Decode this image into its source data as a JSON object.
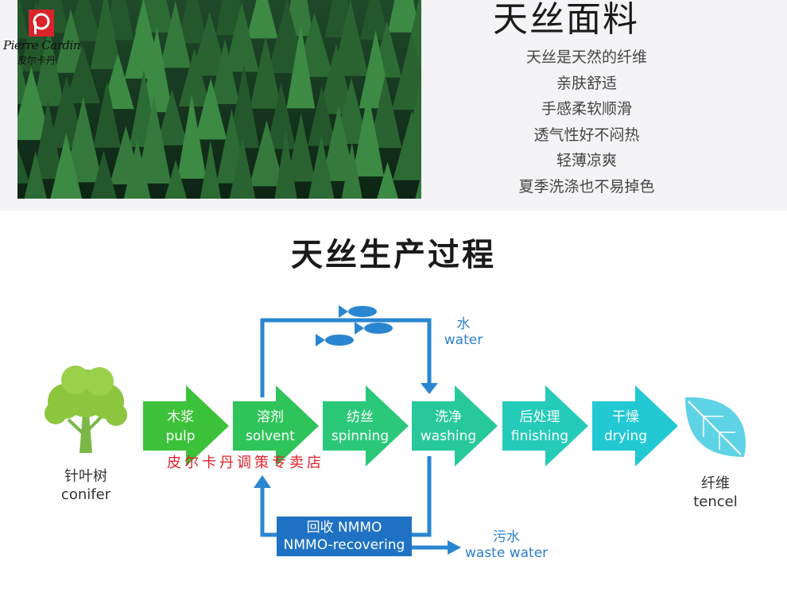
{
  "brand": {
    "script": "Pierre Cardin",
    "cn": "皮尔卡丹",
    "color": "#d9242b"
  },
  "fabric": {
    "title": "天丝面料",
    "features": [
      "天丝是天然的纤维",
      "亲肤舒适",
      "手感柔软顺滑",
      "透气性好不闷热",
      "轻薄凉爽",
      "夏季洗涤也不易掉色"
    ]
  },
  "process": {
    "title": "天丝生产过程",
    "source": {
      "cn": "针叶树",
      "en": "conifer"
    },
    "steps": [
      {
        "cn": "木浆",
        "en": "pulp",
        "color": "#3cc23a"
      },
      {
        "cn": "溶剂",
        "en": "solvent",
        "color": "#2fc45a"
      },
      {
        "cn": "纺丝",
        "en": "spinning",
        "color": "#2bc87a"
      },
      {
        "cn": "洗净",
        "en": "washing",
        "color": "#27c99a"
      },
      {
        "cn": "后处理",
        "en": "finishing",
        "color": "#24cbb8"
      },
      {
        "cn": "干燥",
        "en": "drying",
        "color": "#22c9d3"
      }
    ],
    "product": {
      "cn": "纤维",
      "en": "tencel"
    },
    "water": {
      "cn": "水",
      "en": "water"
    },
    "recovery": {
      "cn": "回收 NMMO",
      "en": "NMMO-recovering"
    },
    "waste": {
      "cn": "污水",
      "en": "waste water"
    },
    "line_color": "#2a86d1"
  },
  "watermark": "皮尔卡丹调策专卖店",
  "icons": [
    "forest-photo",
    "brand-logo-icon",
    "tree-icon",
    "fish-icon",
    "leaf-icon"
  ]
}
